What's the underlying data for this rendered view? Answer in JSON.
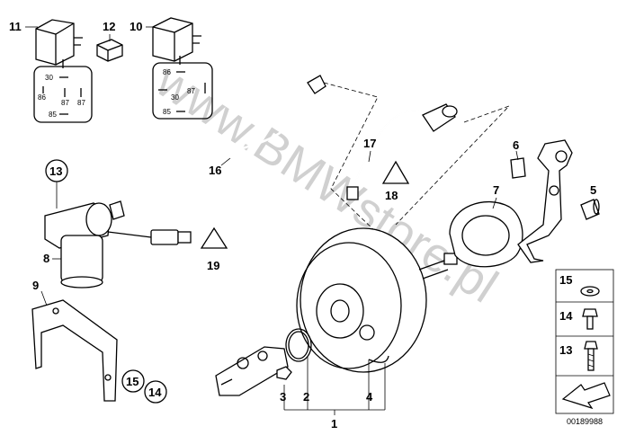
{
  "watermark": "www.BMWstore.pl",
  "part_number": "00189988",
  "relay_pins": {
    "relay_11": [
      "30",
      "86",
      "87",
      "87",
      "85"
    ],
    "relay_10": [
      "86",
      "87",
      "30",
      "85"
    ]
  },
  "warning_label_text": "",
  "callouts": {
    "c1": "1",
    "c2": "2",
    "c3": "3",
    "c4": "4",
    "c5": "5",
    "c6": "6",
    "c7": "7",
    "c8": "8",
    "c9": "9",
    "c10": "10",
    "c11": "11",
    "c12": "12",
    "c13": "13",
    "c14": "14",
    "c15": "15",
    "c16": "16",
    "c17": "17",
    "c18": "18",
    "c19": "19"
  },
  "legend": {
    "l15": "15",
    "l14": "14",
    "l13": "13"
  },
  "colors": {
    "ink": "#000000",
    "paper": "#ffffff",
    "label_fill": "#ffffff"
  }
}
